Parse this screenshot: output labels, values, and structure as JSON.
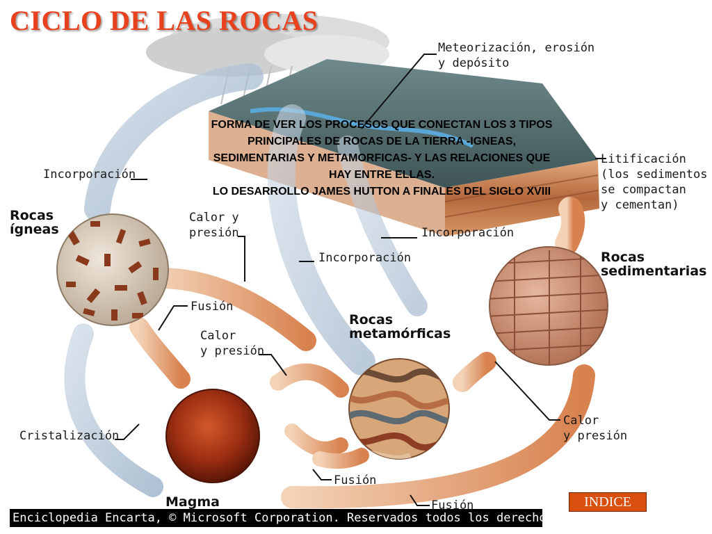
{
  "title": "CICLO DE LAS ROCAS",
  "description": [
    "FORMA DE VER LOS PROCESOS QUE CONECTAN LOS 3 TIPOS",
    "PRINCIPALES DE ROCAS DE LA TIERRA -IGNEAS,",
    "SEDIMENTARIAS Y METAMORFICAS- Y LAS RELACIONES QUE",
    "HAY ENTRE ELLAS.",
    "LO DESARROLLO JAMES HUTTON A FINALES DEL SIGLO XVIII"
  ],
  "rocks": {
    "igneous": "Rocas\nígneas",
    "sedimentary": "Rocas\nsedimentarias",
    "metamorphic": "Rocas\nmetamórficas",
    "magma": "Magma"
  },
  "processes": {
    "weathering": "Meteorización, erosión\ny depósito",
    "lithification": "Litificación\n(los sedimentos\nse compactan\ny cementan)",
    "incorporation_left": "Incorporación",
    "incorporation_center": "Incorporación",
    "incorporation_right": "Incorporación",
    "heat_pressure_igneous": "Calor y\npresión",
    "fusion_igneous": "Fusión",
    "heat_pressure_center": "Calor\ny presión",
    "heat_pressure_sedimentary": "Calor\ny presión",
    "crystallization": "Cristalización",
    "fusion_bottom": "Fusión",
    "fusion_bottom_right": "Fusión"
  },
  "index_button": "INDICE",
  "credit": "Enciclopedia Encarta, © Microsoft Corporation. Reservados todos los derechos.",
  "colors": {
    "title": "#e8411e",
    "arrow_blue": "#a9bdd3",
    "arrow_orange": "#e2a477",
    "index_button": "#d9500e"
  }
}
